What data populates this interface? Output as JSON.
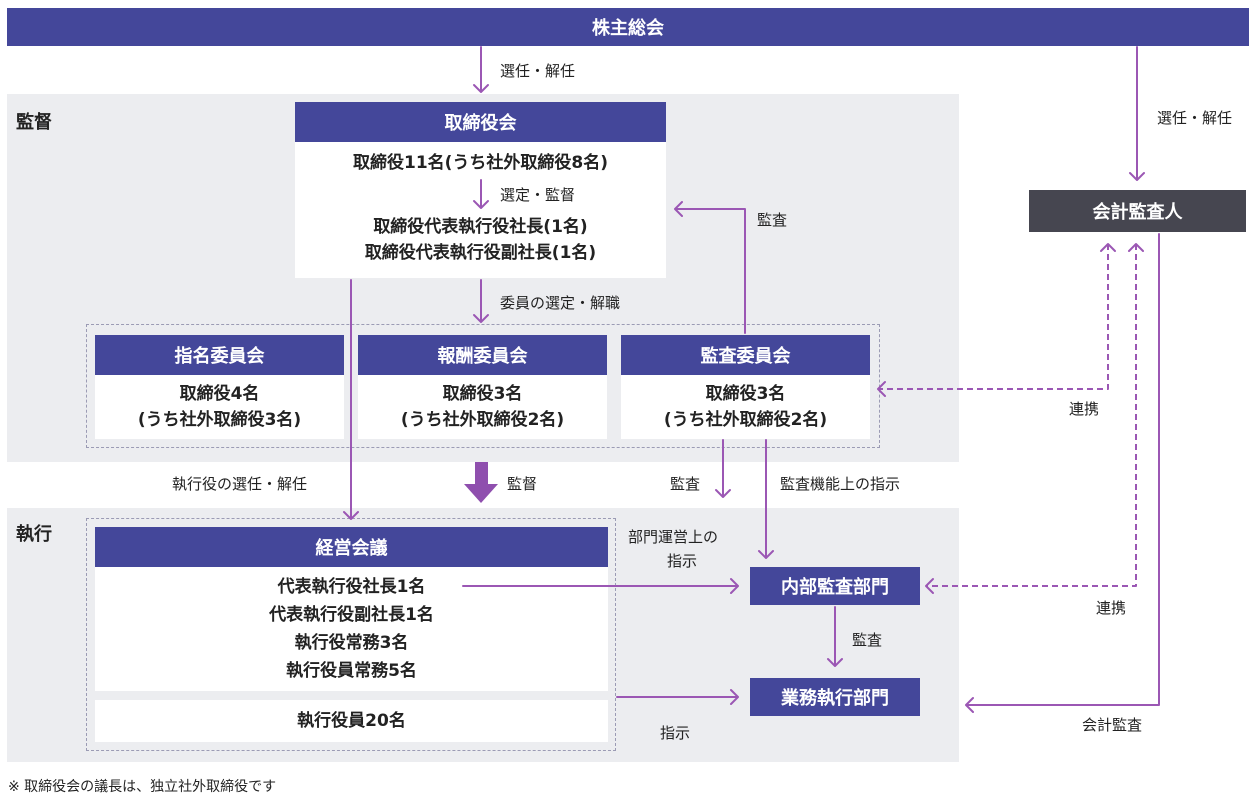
{
  "shareholders": "株主総会",
  "board": {
    "title": "取締役会",
    "composition": "取締役11名(うち社外取締役8名)",
    "select_label": "選定・監督",
    "president": "取締役代表執行役社長(1名)",
    "vice_president": "取締役代表執行役副社長(1名)"
  },
  "regions": {
    "supervision": "監督",
    "execution": "執行"
  },
  "committees": [
    {
      "title": "指名委員会",
      "line1": "取締役4名",
      "line2": "(うち社外取締役3名)"
    },
    {
      "title": "報酬委員会",
      "line1": "取締役3名",
      "line2": "(うち社外取締役2名)"
    },
    {
      "title": "監査委員会",
      "line1": "取締役3名",
      "line2": "(うち社外取締役2名)"
    }
  ],
  "auditor": "会計監査人",
  "management_meeting": {
    "title": "経営会議",
    "members": [
      "代表執行役社長1名",
      "代表執行役副社長1名",
      "執行役常務3名",
      "執行役員常務5名"
    ],
    "officers": "執行役員20名"
  },
  "internal_audit": "内部監査部門",
  "business_exec": "業務執行部門",
  "labels": {
    "elect_dismiss_top": "選任・解任",
    "elect_dismiss_right": "選任・解任",
    "committee_select": "委員の選定・解職",
    "audit_board": "監査",
    "cooperation_1": "連携",
    "cooperation_2": "連携",
    "officer_elect": "執行役の選任・解任",
    "supervision": "監督",
    "audit_mid": "監査",
    "audit_instruction": "監査機能上の指示",
    "dept_operation_1": "部門運営上の",
    "dept_operation_2": "指示",
    "audit_low": "監査",
    "instruction": "指示",
    "accounting_audit": "会計監査"
  },
  "footnote": "※ 取締役会の議長は、独立社外取締役です",
  "colors": {
    "primary": "#44479a",
    "arrow": "#9b57b4",
    "auditor": "#464650",
    "region": "#ecedf0"
  }
}
